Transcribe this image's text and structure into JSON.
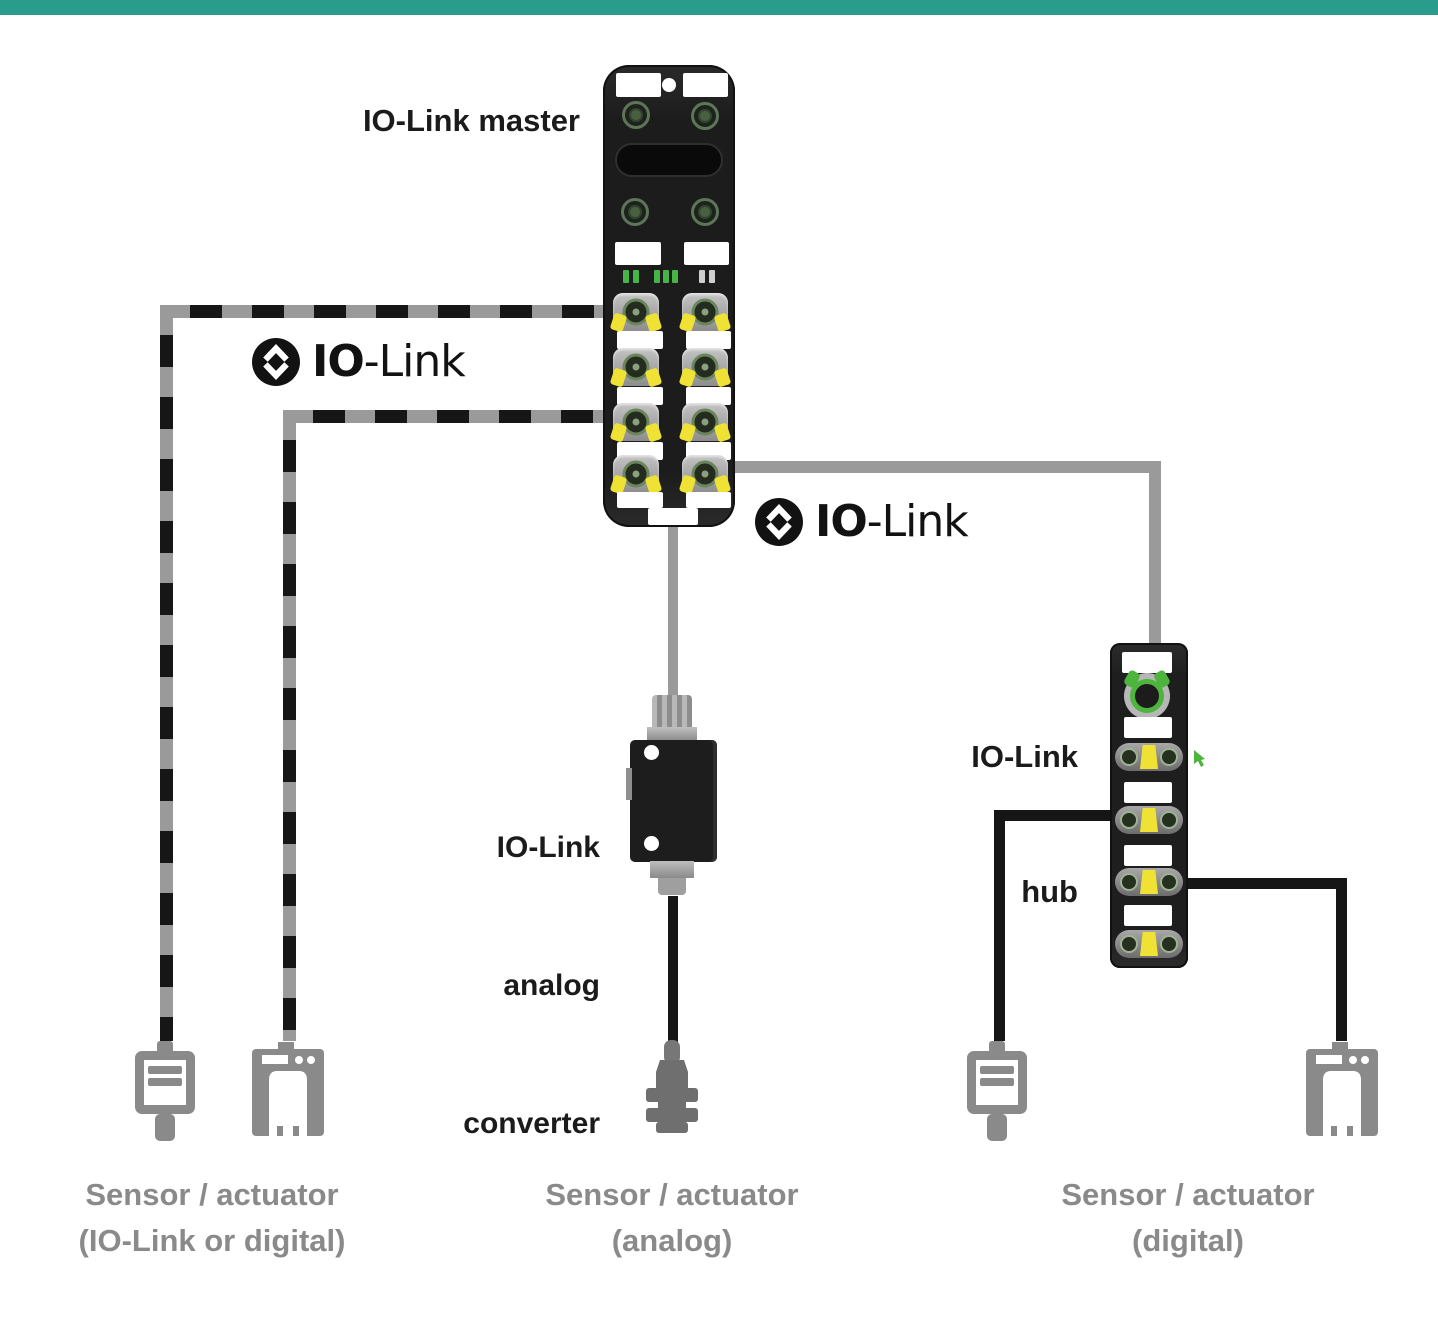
{
  "colors": {
    "teal_bar": "#2a9c8b",
    "cable_gray": "#9a9a9a",
    "cable_black": "#161616",
    "device_black": "#1f1f1f",
    "port_yellow": "#f0e234",
    "led_green": "#46b446",
    "hub_green": "#4db43c",
    "icon_gray": "#8a8a8a",
    "label_black": "#1b1b1b",
    "label_gray": "#8a8a8a"
  },
  "iolink_logo": {
    "bold": "IO",
    "rest": "-Link"
  },
  "labels": {
    "master": "IO-Link master",
    "hub_lines": [
      "IO-Link",
      "hub"
    ],
    "converter_lines": [
      "IO-Link",
      "analog",
      "converter"
    ]
  },
  "sensor_groups": [
    {
      "line1": "Sensor / actuator",
      "line2": "(IO-Link or digital)"
    },
    {
      "line1": "Sensor / actuator",
      "line2": "(analog)"
    },
    {
      "line1": "Sensor / actuator",
      "line2": "(digital)"
    }
  ]
}
